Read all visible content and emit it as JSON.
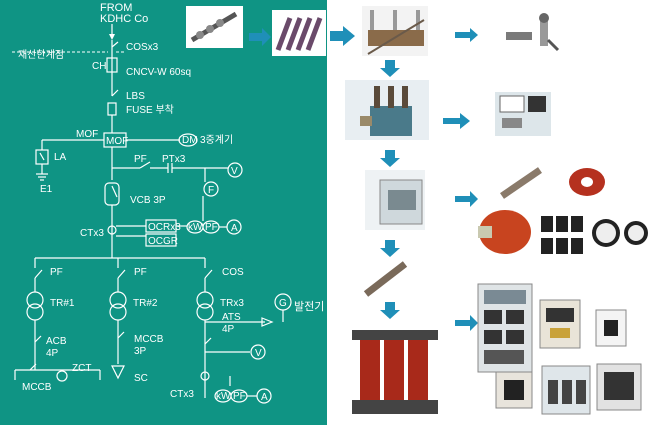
{
  "sld": {
    "from_line1": "FROM",
    "from_line2": "KDHC Co",
    "jaesan": "재산한계점",
    "cos": "COSx3",
    "ch": "CH",
    "cable": "CNCV-W 60sq",
    "lbs": "LBS",
    "fuse": "FUSE 부착",
    "mof": "MOF",
    "mof_box": "MOF",
    "dm": "DM",
    "meter3": "3중계기",
    "la": "LA",
    "e1": "E1",
    "pf": "PF",
    "pt": "PTx3",
    "f": "F",
    "v": "V",
    "vcb": "VCB 3P",
    "ctx3": "CTx3",
    "ocr": "OCRx3",
    "ocgr": "OCGR",
    "kw": "kW",
    "pfm": "PF",
    "a": "A",
    "branch1_pf": "PF",
    "branch2_pf": "PF",
    "branch3_cos": "COS",
    "tr1": "TR#1",
    "tr2": "TR#2",
    "trx3": "TRx3",
    "g": "G",
    "gen": "발전기",
    "ats1": "ATS",
    "ats2": "4P",
    "acb1": "ACB",
    "acb2": "4P",
    "mccb1": "MCCB",
    "mccb2": "3P",
    "zct": "ZCT",
    "mccb_small": "MCCB",
    "sc": "SC",
    "ctx3b": "CTx3",
    "v2": "V",
    "kw2": "kW",
    "pf2": "PF",
    "a2": "A"
  },
  "colors": {
    "panel_bg": "#0f9484",
    "arrow": "#1f8fb8",
    "line": "#ffffff"
  }
}
